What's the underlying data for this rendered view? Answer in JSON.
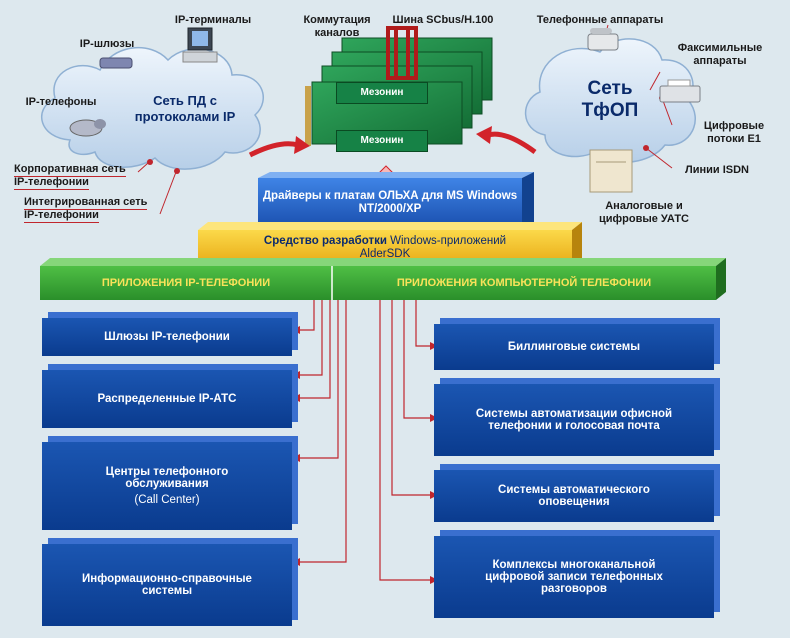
{
  "top": {
    "ip_gateways": "IP-шлюзы",
    "ip_terminals": "IP-терминалы",
    "channel_switching": "Коммутация каналов",
    "bus": "Шина SCbus/H.100",
    "phone_sets": "Телефонные аппараты",
    "fax": "Факсимильные аппараты",
    "ip_phones": "IP-телефоны",
    "pd_network": "Сеть  ПД с протоколами IP",
    "pstn": "Сеть ТфОП",
    "mezonin_1": "Мезонин",
    "mezonin_2": "Мезонин",
    "digital_e1": "Цифровые потоки E1",
    "isdn": "Линии ISDN",
    "analog_pbx": "Аналоговые и цифровые УАТС",
    "corp_net": "Корпоративная сеть IP-телефонии",
    "integrated_net": "Интегрированная сеть IP-телефонии"
  },
  "layers": {
    "drivers": "Драйверы к платам ОЛЬХА для MS Windows NT/2000/XP",
    "sdk_bold": "Средство разработки",
    "sdk_rest": " Windows-приложений",
    "sdk_name": "AlderSDK",
    "apps_ip": "ПРИЛОЖЕНИЯ  IP-ТЕЛЕФОНИИ",
    "apps_ct": "ПРИЛОЖЕНИЯ КОМПЬЮТЕРНОЙ ТЕЛЕФОНИИ"
  },
  "left_boxes": [
    {
      "label": "Шлюзы IP-телефонии",
      "sub": ""
    },
    {
      "label": "Распределенные IP-АТС",
      "sub": ""
    },
    {
      "label": "Центры телефонного обслуживания",
      "sub": "(Call Center)"
    },
    {
      "label": "Информационно-справочные системы",
      "sub": ""
    }
  ],
  "right_boxes": [
    {
      "label": "Биллинговые системы"
    },
    {
      "label": "Системы автоматизации офисной телефонии и голосовая почта"
    },
    {
      "label": "Системы автоматического оповещения"
    },
    {
      "label": "Комплексы многоканальной цифровой записи телефонных разговоров"
    }
  ],
  "colors": {
    "cloud": "#c9dcef",
    "blue_box": "#0f46a0",
    "green_bar": "#3aa535",
    "yellow_bar": "#f1c31a",
    "blue_bar": "#1d5fc9",
    "red_line": "#c0262d"
  }
}
